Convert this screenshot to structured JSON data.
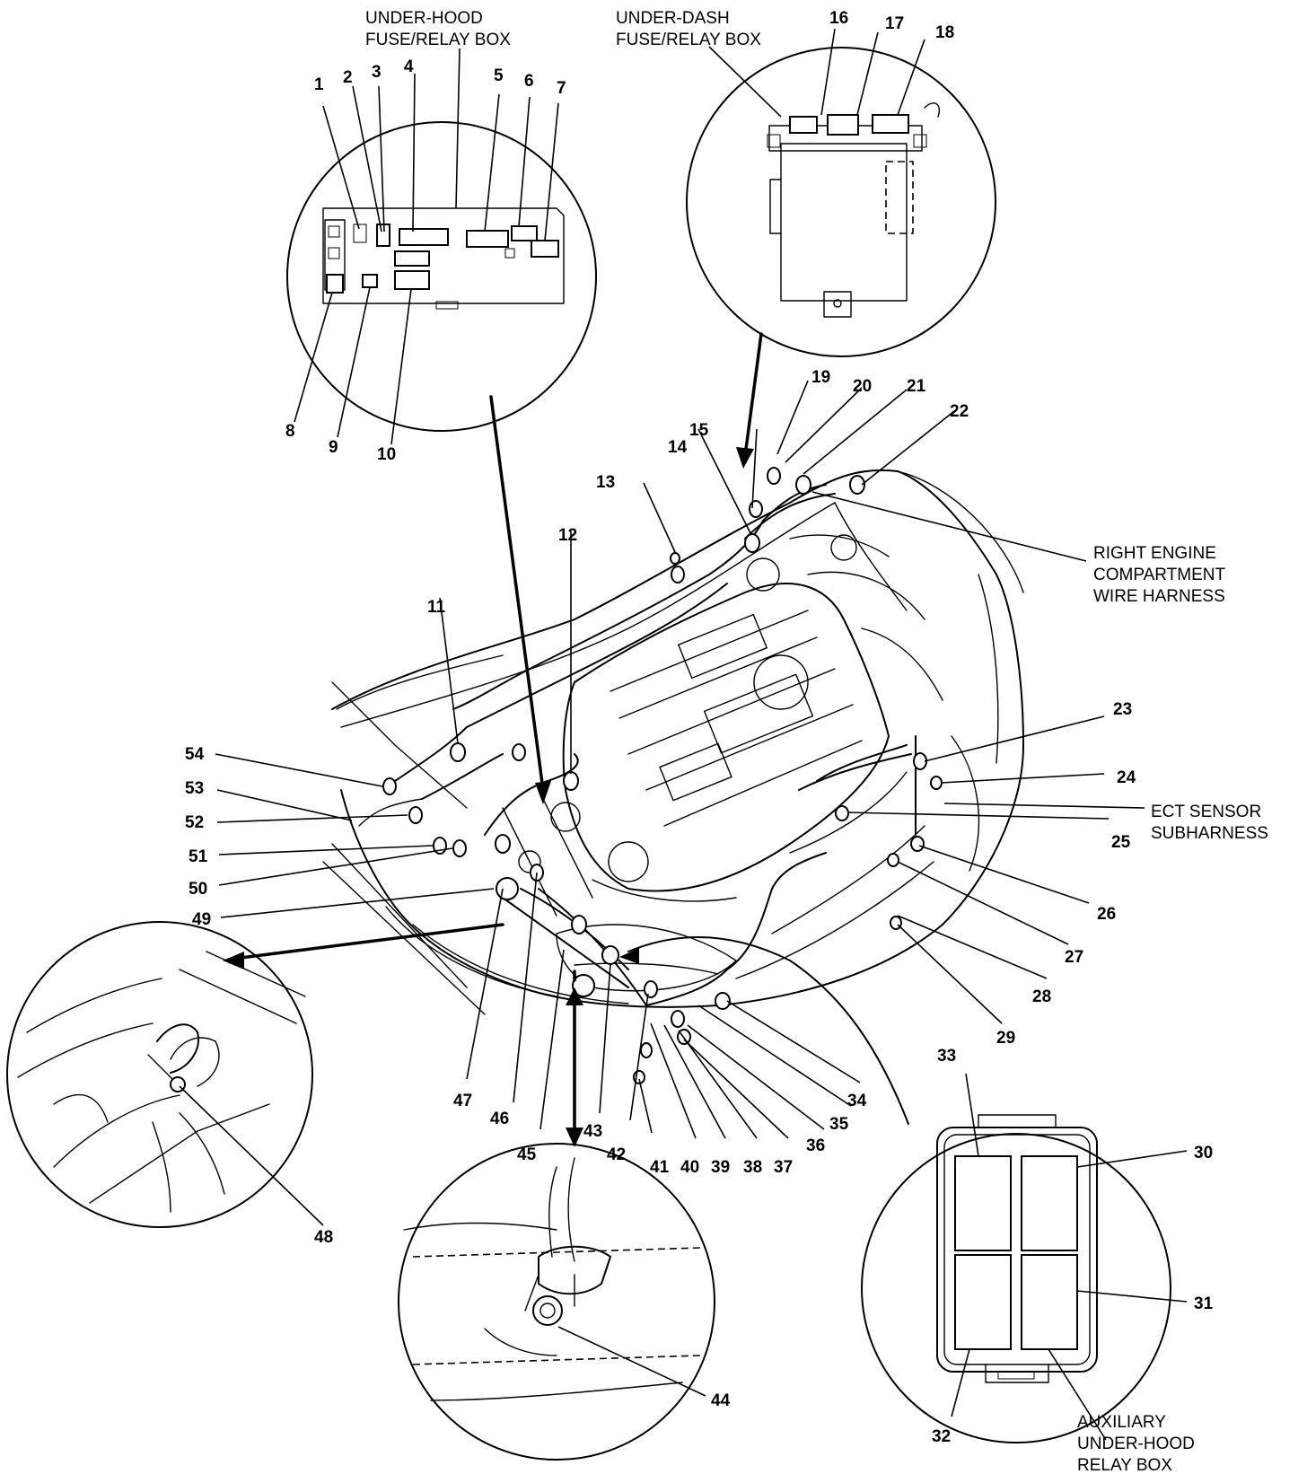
{
  "labels": {
    "under_hood_box": [
      "UNDER-HOOD",
      "FUSE/RELAY BOX"
    ],
    "under_dash_box": [
      "UNDER-DASH",
      "FUSE/RELAY BOX"
    ],
    "right_harness": [
      "RIGHT ENGINE",
      "COMPARTMENT",
      "WIRE HARNESS"
    ],
    "ect_subharness": [
      "ECT SENSOR",
      "SUBHARNESS"
    ],
    "aux_relay_box": [
      "AUXILIARY",
      "UNDER-HOOD",
      "RELAY BOX"
    ]
  },
  "callouts": [
    "1",
    "2",
    "3",
    "4",
    "5",
    "6",
    "7",
    "8",
    "9",
    "10",
    "11",
    "12",
    "13",
    "14",
    "15",
    "16",
    "17",
    "18",
    "19",
    "20",
    "21",
    "22",
    "23",
    "24",
    "25",
    "26",
    "27",
    "28",
    "29",
    "30",
    "31",
    "32",
    "33",
    "34",
    "35",
    "36",
    "37",
    "38",
    "39",
    "40",
    "41",
    "42",
    "43",
    "44",
    "45",
    "46",
    "47",
    "48",
    "49",
    "50",
    "51",
    "52",
    "53",
    "54"
  ]
}
